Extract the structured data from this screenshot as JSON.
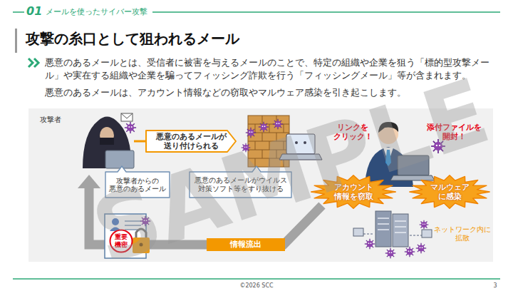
{
  "diagram": {
    "title": "攻撃の糸口として狙われるメール",
    "nodes": [
      {
        "text": [
          "悪意のあるメールが 送り付けられる"
        ]
      },
      {
        "text": [
          "攻撃者からの 悪意のあるメール"
        ]
      },
      {
        "text": [
          "悪意のあるメールがウイルス 対策ソフト等をすり抜ける"
        ]
      },
      {
        "text": [
          "アカウント 情報を窃取"
        ]
      },
      {
        "text": [
          "マルウェア に感染"
        ]
      },
      {
        "text": [
          "重要 機密"
        ]
      },
      {
        "text": [
          "情報流出"
        ]
      }
    ],
    "labels": [
      "01",
      "メールを使ったサイバー攻撃",
      "悪意のあるメールとは、受信者に被害を与えるメールのことで、特定の組織や企業を狙う「標的型攻撃メール」や実在する組織や企業を騙ってフィッシング詐欺を行う「フィッシングメール」等が含まれます。",
      "悪意のあるメールは、アカウント情報などの窃取やマルウェア感染を引き起こします。",
      "攻撃者",
      "リンクを クリック！",
      "添付ファイルを 開封！",
      "ネットワーク内に 拡散",
      "SAMPLE",
      "©2026 SCC",
      "3"
    ]
  }
}
